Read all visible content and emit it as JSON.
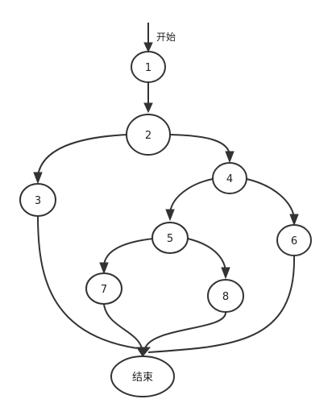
{
  "start": {
    "label": "开始"
  },
  "nodes": [
    {
      "id": "1",
      "label": "1"
    },
    {
      "id": "2",
      "label": "2"
    },
    {
      "id": "3",
      "label": "3"
    },
    {
      "id": "4",
      "label": "4"
    },
    {
      "id": "5",
      "label": "5"
    },
    {
      "id": "6",
      "label": "6"
    },
    {
      "id": "7",
      "label": "7"
    },
    {
      "id": "8",
      "label": "8"
    },
    {
      "id": "end",
      "label": "结束"
    }
  ],
  "edges": [
    {
      "from": "start",
      "to": "1"
    },
    {
      "from": "1",
      "to": "2"
    },
    {
      "from": "2",
      "to": "3"
    },
    {
      "from": "2",
      "to": "4"
    },
    {
      "from": "4",
      "to": "5"
    },
    {
      "from": "4",
      "to": "6"
    },
    {
      "from": "5",
      "to": "7"
    },
    {
      "from": "5",
      "to": "8"
    },
    {
      "from": "3",
      "to": "end"
    },
    {
      "from": "7",
      "to": "end"
    },
    {
      "from": "8",
      "to": "end"
    },
    {
      "from": "6",
      "to": "end"
    }
  ],
  "colors": {
    "stroke": "#333333",
    "text": "#222222",
    "background": "#ffffff"
  }
}
